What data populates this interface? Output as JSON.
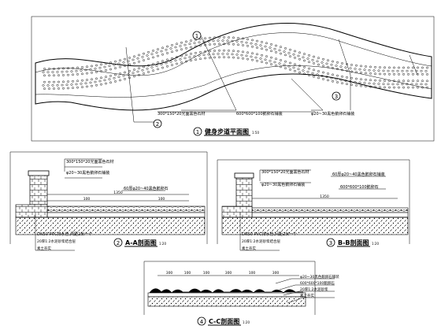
{
  "plan": {
    "number": "1",
    "title": "健身步道平面图",
    "scale": "1:50",
    "section_markers": [
      "1",
      "2",
      "3"
    ],
    "notes": [
      "300*150*20光面黑色石材",
      "600*600*100鹅卵石铺装",
      "φ20~30黑色鹅卵石铺装"
    ]
  },
  "section_a": {
    "number": "2",
    "title": "A-A剖面图",
    "scale": "1:20",
    "notes_top": [
      "300*150*20光面黑色石材",
      "φ20~30黑色鹅卵石铺装",
      "60厚φ20~40黑色鹅卵石"
    ],
    "dims": [
      "1350",
      "100",
      "100"
    ],
    "notes_bottom": [
      "DN50 PVC排水管,间距2米一个",
      "20厚1:2水泥砂浆结合层",
      "素土夯实"
    ]
  },
  "section_b": {
    "number": "3",
    "title": "B-B剖面图",
    "scale": "1:20",
    "notes_top": [
      "300*150*20光面黑色石材",
      "60厚φ20~40黑色鹅卵石铺装",
      "φ20~30黑色鹅卵石铺装",
      "600*600*100鹅卵石"
    ],
    "dims": [
      "1350"
    ],
    "notes_bottom": [
      "DN50 PVC排水管,间距2米一个",
      "20厚1:2水泥砂浆结合层",
      "素土夯实"
    ]
  },
  "section_c": {
    "number": "4",
    "title": "C-C剖面图",
    "scale": "1:20",
    "dims": [
      "300",
      "100",
      "100",
      "300",
      "100",
      "300"
    ],
    "notes": [
      "φ20~30黑色鹅卵石铺装",
      "600*600*100鹅卵石",
      "20厚1:2水泥砂浆",
      "素土夯实"
    ]
  }
}
